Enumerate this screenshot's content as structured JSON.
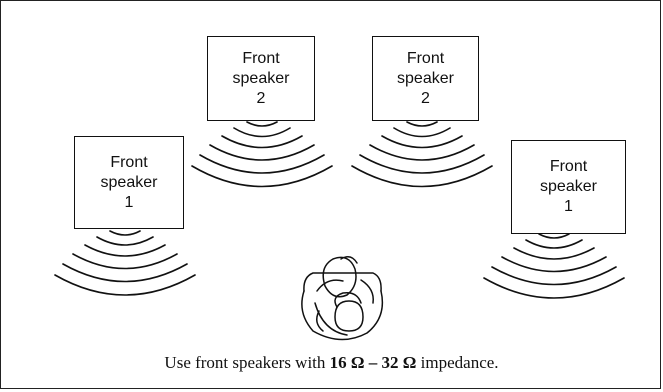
{
  "speakers": {
    "front_left_1": {
      "line1": "Front",
      "line2": "speaker",
      "line3": "1"
    },
    "front_left_2": {
      "line1": "Front",
      "line2": "speaker",
      "line3": "2"
    },
    "front_right_2": {
      "line1": "Front",
      "line2": "speaker",
      "line3": "2"
    },
    "front_right_1": {
      "line1": "Front",
      "line2": "speaker",
      "line3": "1"
    }
  },
  "caption": {
    "prefix": "Use front speakers with ",
    "range_low": "16 Ω",
    "dash": " – ",
    "range_high": "32 Ω",
    "suffix": " impedance."
  },
  "icons": [
    "sound-wave-icon",
    "listener-icon"
  ]
}
